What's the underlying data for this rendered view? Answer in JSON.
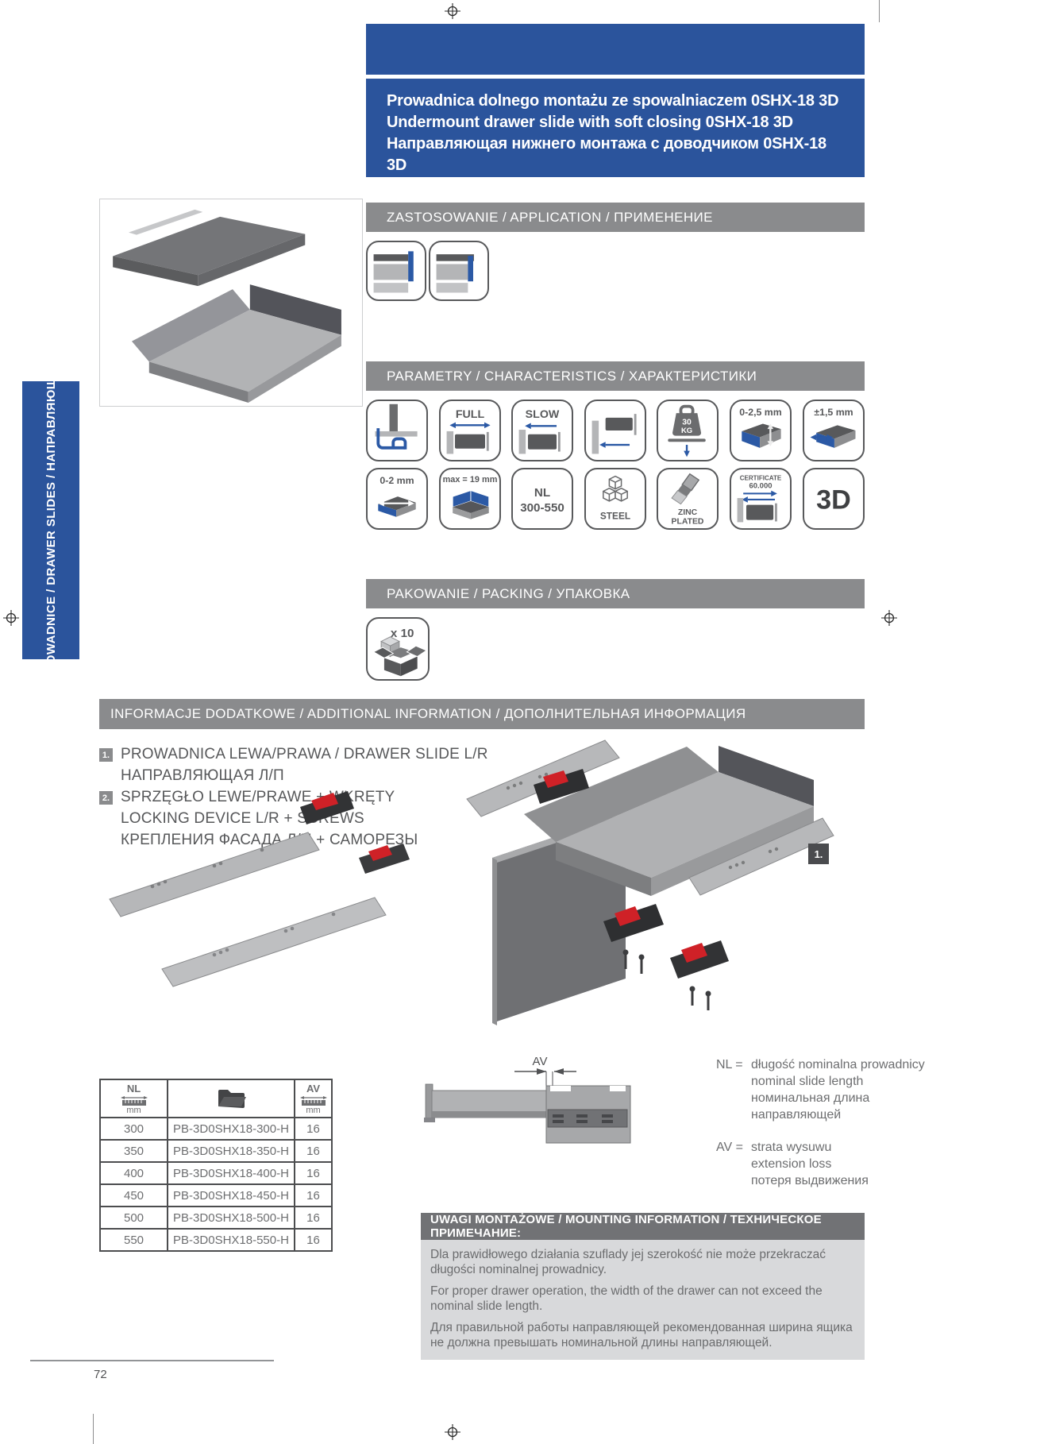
{
  "page": {
    "number": "72",
    "colors": {
      "accent_blue": "#2b549c",
      "icon_blue": "#2b59a5",
      "bar_gray": "#8a8b8d",
      "red": "#cf2127"
    }
  },
  "header": {
    "title_pl": "Prowadnica dolnego montażu ze spowalniaczem 0SHX-18 3D",
    "title_en": "Undermount drawer slide with soft closing 0SHX-18 3D",
    "title_ru": "Направляющая нижнего монтажа с доводчиком 0SHX-18 3D"
  },
  "sidebar": {
    "label": "PROWADNICE / DRAWER SLIDES / НАПРАВЛЯЮЩИЕ"
  },
  "sections": {
    "application": "ZASTOSOWANIE / APPLICATION / ПРИМЕНЕНИЕ",
    "parameters": "PARAMETRY / CHARACTERISTICS / ХАРАКТЕРИСТИКИ",
    "packing": "PAKOWANIE / PACKING / УПАКОВКА",
    "additional": "INFORMACJE DODATKOWE / ADDITIONAL INFORMATION / ДОПОЛНИТЕЛЬНАЯ ИНФОРМАЦИЯ"
  },
  "characteristics": {
    "full": "FULL",
    "slow": "SLOW",
    "load_value": "30",
    "load_unit": "KG",
    "vertical_adjustment": "0-2,5 mm",
    "side_adjustment": "±1,5 mm",
    "depth_adjustment": "0-2 mm",
    "max_board": "max = 19 mm",
    "nl_label": "NL",
    "nl_range": "300-550",
    "material": "STEEL",
    "finish_line1": "ZINC",
    "finish_line2": "PLATED",
    "cert_line1": "CERTIFICATE",
    "cert_line2": "60.000",
    "three_d": "3D"
  },
  "packing": {
    "qty": "x 10"
  },
  "additional_items": [
    {
      "num": "1.",
      "lines": [
        "PROWADNICA LEWA/PRAWA / DRAWER SLIDE L/R",
        "НАПРАВЛЯЮЩАЯ Л/П"
      ]
    },
    {
      "num": "2.",
      "lines": [
        "SPRZĘGŁO LEWE/PRAWE + WKRĘTY",
        "LOCKING DEVICE L/R + SCREWS",
        "КРЕПЛЕНИЯ ФАСАДА Л/П + САМОРЕЗЫ"
      ]
    }
  ],
  "diagram": {
    "av_label": "AV",
    "callout": "1."
  },
  "table": {
    "col1_header": "NL",
    "col1_unit": "mm",
    "col3_header": "AV",
    "col3_unit": "mm",
    "rows": [
      {
        "nl": "300",
        "code": "PB-3D0SHX18-300-H",
        "av": "16"
      },
      {
        "nl": "350",
        "code": "PB-3D0SHX18-350-H",
        "av": "16"
      },
      {
        "nl": "400",
        "code": "PB-3D0SHX18-400-H",
        "av": "16"
      },
      {
        "nl": "450",
        "code": "PB-3D0SHX18-450-H",
        "av": "16"
      },
      {
        "nl": "500",
        "code": "PB-3D0SHX18-500-H",
        "av": "16"
      },
      {
        "nl": "550",
        "code": "PB-3D0SHX18-550-H",
        "av": "16"
      }
    ]
  },
  "notes": {
    "nl_label": "NL =",
    "nl_lines": [
      "długość nominalna prowadnicy",
      "nominal slide length",
      "номинальная длина",
      "направляющей"
    ],
    "av_label": "AV =",
    "av_lines": [
      "strata wysuwu",
      "extension loss",
      "потеря выдвижения"
    ]
  },
  "mounting": {
    "header": "UWAGI MONTAŻOWE / MOUNTING INFORMATION / ТЕХНИЧЕСКОЕ ПРИМЕЧАНИЕ:",
    "p1": "Dla prawidłowego działania szuflady jej szerokość nie może przekraczać długości nominalnej prowadnicy.",
    "p2": "For proper drawer operation, the width of the drawer can not exceed the nominal slide length.",
    "p3": "Для правильной работы направляющей рекомендованная ширина ящика не должна превышать номинальной длины направляющей."
  }
}
